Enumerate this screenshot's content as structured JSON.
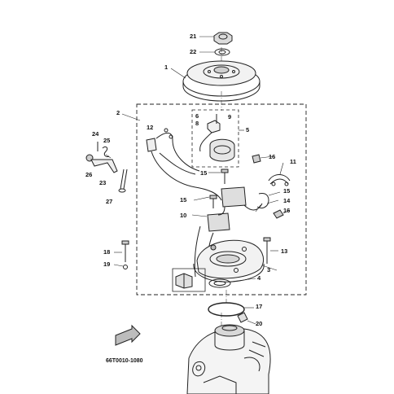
{
  "diagram": {
    "callouts": [
      "21",
      "22",
      "1",
      "2",
      "5",
      "6",
      "8",
      "9",
      "12",
      "24",
      "25",
      "26",
      "23",
      "16",
      "11",
      "15",
      "15",
      "15",
      "14",
      "10",
      "16",
      "27",
      "18",
      "19",
      "13",
      "3",
      "4",
      "17",
      "20"
    ],
    "part_code": "66T0010-1080"
  }
}
